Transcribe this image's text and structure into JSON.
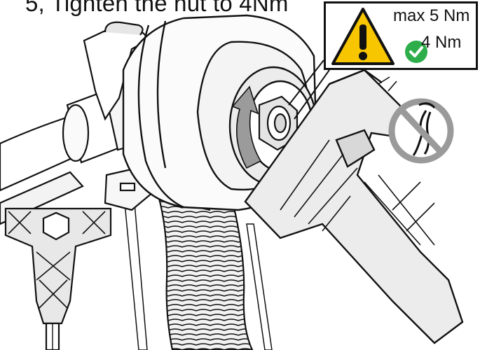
{
  "title": "5, Tighten the nut to 4Nm",
  "warning": {
    "max_torque": "max 5 Nm",
    "recommended_torque": "4 Nm"
  },
  "icons": {
    "warning": "warning-triangle-icon",
    "ok": "green-check-icon",
    "forbidden": "no-pliers-icon"
  },
  "colors": {
    "warning_yellow": "#f7c600",
    "ok_green": "#2eae4a",
    "forbidden_gray": "#9a9a9a",
    "line": "#111111",
    "shade": "#cfcfcf"
  }
}
